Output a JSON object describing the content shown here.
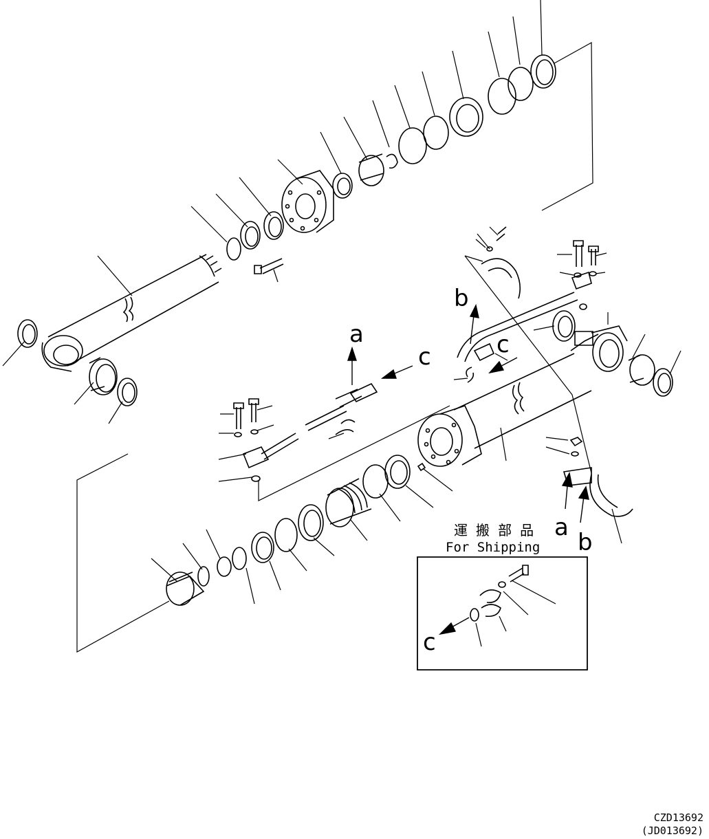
{
  "callouts": {
    "a": "a",
    "b": "b",
    "c": "c"
  },
  "shipping": {
    "japanese": "運 搬 部 品",
    "english": "For Shipping"
  },
  "codes": {
    "primary": "CZD13692",
    "secondary": "(JD013692)"
  }
}
